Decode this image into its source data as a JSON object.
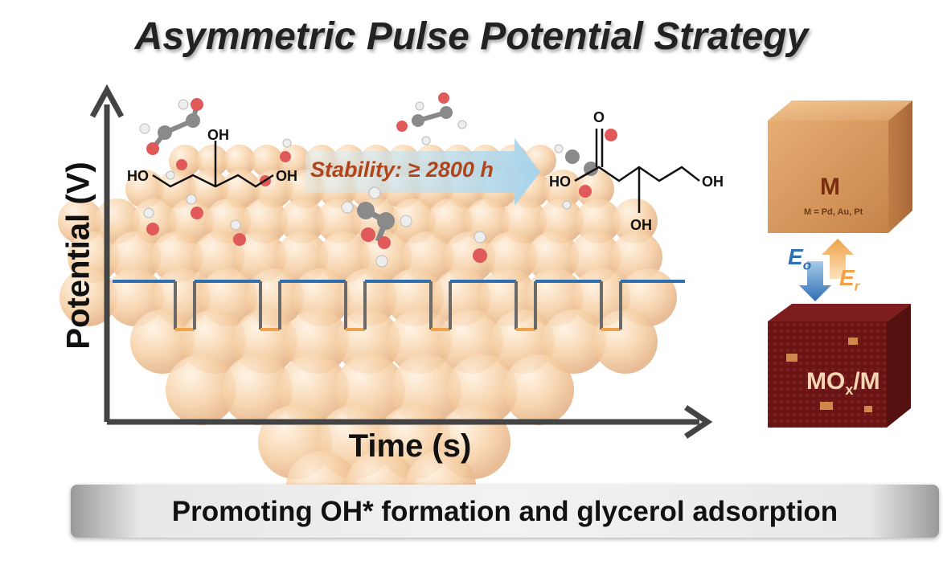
{
  "title": "Asymmetric Pulse Potential Strategy",
  "axes": {
    "x_label": "Time (s)",
    "y_label": "Potential (V)"
  },
  "pulse": {
    "cycles": 6,
    "high_color": "#2d6fb0",
    "low_color": "#f0a24a",
    "drop_color": "#6a6a6a"
  },
  "reaction": {
    "stability": "Stability: ≥ 2800 h",
    "reactant": {
      "oh_top": "OH",
      "ho_left": "HO",
      "oh_right": "OH"
    },
    "product": {
      "o_top": "O",
      "ho_left": "HO",
      "oh_right": "OH",
      "oh_bottom": "OH"
    }
  },
  "cubes": {
    "metal": {
      "label": "M",
      "sublabel": "M = Pd, Au, Pt",
      "color": "#d89a60"
    },
    "oxide": {
      "label": "MO",
      "subscript": "x",
      "suffix": "/M",
      "color": "#6a1515"
    },
    "oxidation_potential": {
      "letter": "E",
      "subscript": "o",
      "color": "#2f6fb5"
    },
    "reduction_potential": {
      "letter": "E",
      "subscript": "r",
      "color": "#f0a24a"
    }
  },
  "banner": "Promoting OH* formation and glycerol adsorption",
  "colors": {
    "sphere": "#f6cfa3",
    "axis": "#444444",
    "title_text": "#222222"
  }
}
